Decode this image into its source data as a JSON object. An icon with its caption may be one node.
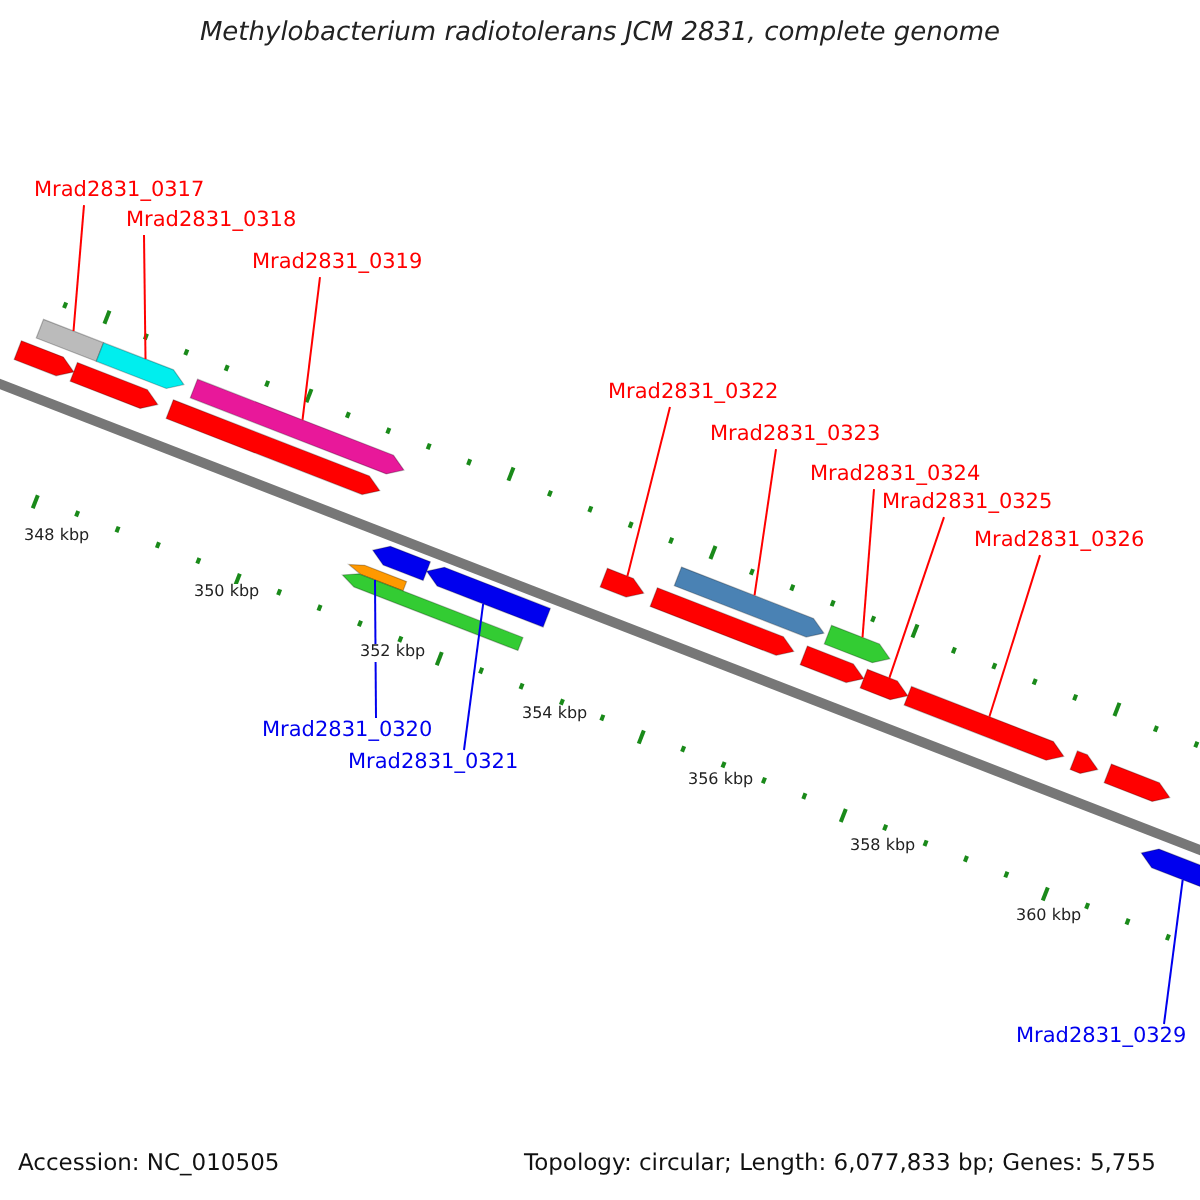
{
  "diagram": {
    "title": "Methylobacterium radiotolerans JCM 2831, complete genome",
    "nodes": [
      {
        "text": [
          "Mrad2831_0317"
        ]
      },
      {
        "text": [
          "Mrad2831_0318"
        ]
      },
      {
        "text": [
          "Mrad2831_0319"
        ]
      },
      {
        "text": [
          "Mrad2831_0320"
        ]
      },
      {
        "text": [
          "Mrad2831_0321"
        ]
      },
      {
        "text": [
          "Mrad2831_0322"
        ]
      },
      {
        "text": [
          "Mrad2831_0323"
        ]
      },
      {
        "text": [
          "Mrad2831_0324"
        ]
      },
      {
        "text": [
          "Mrad2831_0325"
        ]
      },
      {
        "text": [
          "Mrad2831_0326"
        ]
      },
      {
        "text": [
          "Mrad2831_0329"
        ]
      },
      {
        "text": [],
        "shape": "bar"
      },
      {
        "text": [],
        "shape": "bar"
      },
      {
        "text": [],
        "shape": "bar"
      },
      {
        "text": [],
        "shape": "bar"
      },
      {
        "text": [],
        "shape": "bar"
      },
      {
        "text": [],
        "shape": "bar"
      },
      {
        "text": [],
        "shape": "bar"
      },
      {
        "text": [],
        "shape": "bar"
      },
      {
        "text": [],
        "shape": "bar"
      },
      {
        "text": [],
        "shape": "bar"
      },
      {
        "text": [],
        "shape": "bar"
      },
      {
        "text": [],
        "shape": "bar"
      },
      {
        "text": [],
        "shape": "bar"
      },
      {
        "text": [],
        "shape": "bar"
      },
      {
        "text": [],
        "shape": "bar"
      },
      {
        "text": [],
        "shape": "bar"
      },
      {
        "text": [],
        "shape": "bar"
      },
      {
        "text": [],
        "shape": "bar"
      },
      {
        "text": [],
        "shape": "bar"
      },
      {
        "text": [],
        "shape": "bar"
      }
    ],
    "edges": [
      {
        "from": 0,
        "to": 11,
        "arrow": "none"
      },
      {
        "from": 1,
        "to": 12,
        "arrow": "none"
      },
      {
        "from": 2,
        "to": 13,
        "arrow": "none"
      },
      {
        "from": 3,
        "to": 14,
        "arrow": "none",
        "color": "#0000ee"
      },
      {
        "from": 4,
        "to": 15,
        "arrow": "none",
        "color": "#0000ee"
      },
      {
        "from": 5,
        "to": 16,
        "arrow": "none"
      },
      {
        "from": 6,
        "to": 17,
        "arrow": "none"
      },
      {
        "from": 7,
        "to": 18,
        "arrow": "none"
      },
      {
        "from": 8,
        "to": 19,
        "arrow": "none"
      },
      {
        "from": 9,
        "to": 20,
        "arrow": "none"
      },
      {
        "from": 10,
        "to": 21,
        "arrow": "none",
        "color": "#0000ee"
      }
    ],
    "labels": [
      "348 kbp",
      "350 kbp",
      "352 kbp",
      "354 kbp",
      "356 kbp",
      "358 kbp",
      "360 kbp",
      "Accession: NC_010505",
      "Topology: circular; Length: 6,077,833 bp; Genes: 5,755"
    ]
  }
}
